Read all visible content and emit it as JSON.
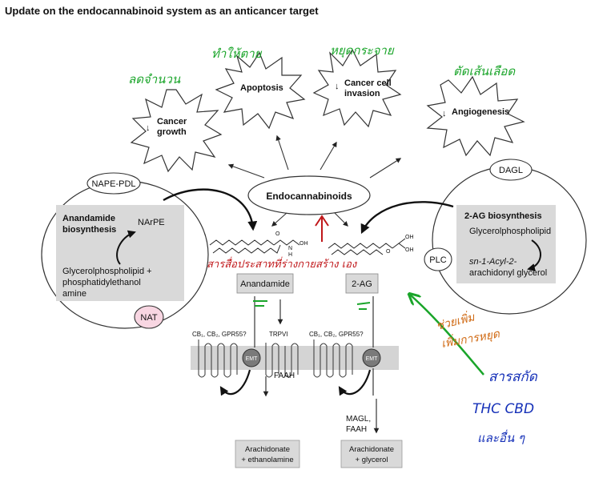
{
  "title": "Update on the endocannabinoid system as an anticancer target",
  "effects": {
    "cancer_growth_1": "Cancer",
    "cancer_growth_2": "growth",
    "apoptosis": "Apoptosis",
    "invasion_1": "Cancer cell",
    "invasion_2": "invasion",
    "angiogenesis": "Angiogenesis",
    "down_arrow": "↓"
  },
  "center": {
    "endocannabinoids": "Endocannabinoids"
  },
  "left_cell": {
    "enzyme": "NAPE-PDL",
    "box_title_1": "Anandamide",
    "box_title_2": "biosynthesis",
    "narpe": "NArPE",
    "precursor_1": "Glycerolphospholipid +",
    "precursor_2": "phosphatidylethanol",
    "precursor_3": "amine",
    "nat": "NAT"
  },
  "right_cell": {
    "enzyme": "DAGL",
    "box_title": "2-AG biosynthesis",
    "precursor": "Glycerolphospholipid",
    "product_1": "sn-1-Acyl-2-",
    "product_2": "arachidonyl glycerol",
    "plc": "PLC"
  },
  "molecules": {
    "anandamide": "Anandamide",
    "two_ag": "2-AG",
    "oh": "OH",
    "o": "O",
    "n": "N",
    "h": "H"
  },
  "membrane": {
    "left_receptors": "CB₁, CB₂, GPR55?",
    "trpv": "TRPVI",
    "right_receptors": "CB₁, CB₂, GPR55?",
    "emt_left": "EMT",
    "emt_right": "EMT",
    "faah": "FAAH",
    "magl_faah_1": "MAGL,",
    "magl_faah_2": "FAAH"
  },
  "products": {
    "left_1": "Arachidonate",
    "left_2": "+ ethanolamine",
    "right_1": "Arachidonate",
    "right_2": "+ glycerol"
  },
  "handwriting": {
    "green_growth": "ลดจำนวน",
    "green_apoptosis": "ทำให้ตาย",
    "green_invasion": "หยุดกระจาย",
    "green_angiogenesis": "ตัดเส้นเลือด",
    "red_underline": "สารสื่อประสาทที่ร่างกายสร้าง เอง",
    "orange_note_1": "ช่วยเพิ่ม",
    "orange_note_2": "เพิ่มการหยุด",
    "blue_note_1": "สารสกัด",
    "blue_note_2": "THC CBD",
    "blue_note_3": "และอื่น ๆ"
  },
  "colors": {
    "box_fill": "#d9d9d9",
    "membrane_fill": "#d4d4d4",
    "nat_fill": "#f8d6e2",
    "emt_fill": "#7a7a7a",
    "green_ink": "#1aa52a",
    "red_ink": "#c0171a",
    "orange_ink": "#d06a14",
    "blue_ink": "#1530b8"
  }
}
